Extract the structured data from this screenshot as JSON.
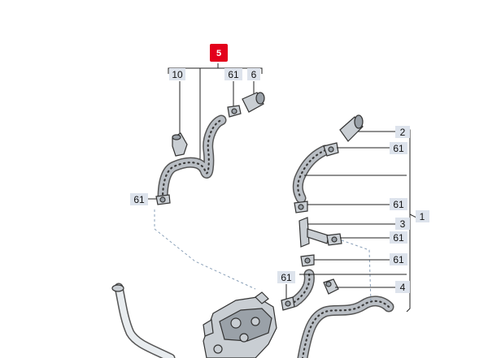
{
  "diagram": {
    "group_badge": {
      "text": "5",
      "color": "#e3001b"
    },
    "callouts": {
      "top_10": "10",
      "top_61": "61",
      "top_6": "6",
      "left_61": "61",
      "right_2": "2",
      "right_61_a": "61",
      "right_61_b": "61",
      "right_3": "3",
      "right_1": "1",
      "right_61_c": "61",
      "right_61_d": "61",
      "right_4": "4",
      "mid_61": "61"
    },
    "colors": {
      "label_box": "#dde3ec",
      "hose": "#b9bec4",
      "outline": "#333333"
    }
  }
}
